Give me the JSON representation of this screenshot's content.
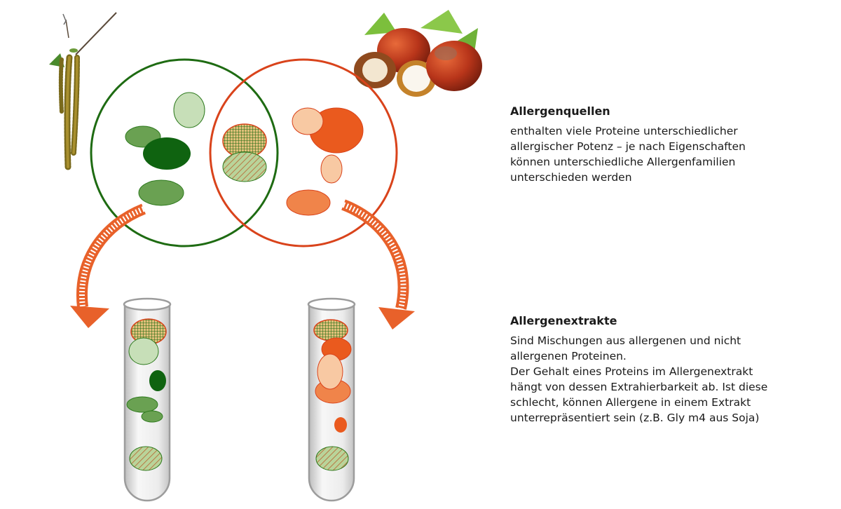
{
  "sections": [
    {
      "heading": "Allergenquellen",
      "body": "enthalten viele Proteine unterschiedlicher\nallergischer Potenz – je nach Eigenschaften\nkönnen unterschiedliche Allergenfamilien\nunterschieden werden"
    },
    {
      "heading": "Allergenextrakte",
      "body": "Sind Mischungen aus allergenen und nicht\nallergenen Proteinen.\nDer Gehalt eines Proteins im Allergenextrakt\nhängt von dessen Extrahierbarkeit ab. Ist diese\nschlecht, können Allergene in einem Extrakt\nunterrepräsentiert sein (z.B. Gly m4 aus Soja)"
    }
  ],
  "colors": {
    "birch_green": "#1e6b12",
    "hazel_orange": "#d9431b",
    "light_green": "#c7dfb8",
    "mid_green": "#6aa152",
    "dark_green": "#0f6310",
    "light_orange": "#f8c9a3",
    "bright_orange": "#ea5a1e",
    "mid_orange": "#f0844a",
    "arrow_orange": "#e8612a",
    "tube_gray": "#c9c9c9"
  },
  "icons": [
    "birch-catkins-icon",
    "hazelnut-icon",
    "curved-arrow-icon",
    "test-tube-icon"
  ]
}
